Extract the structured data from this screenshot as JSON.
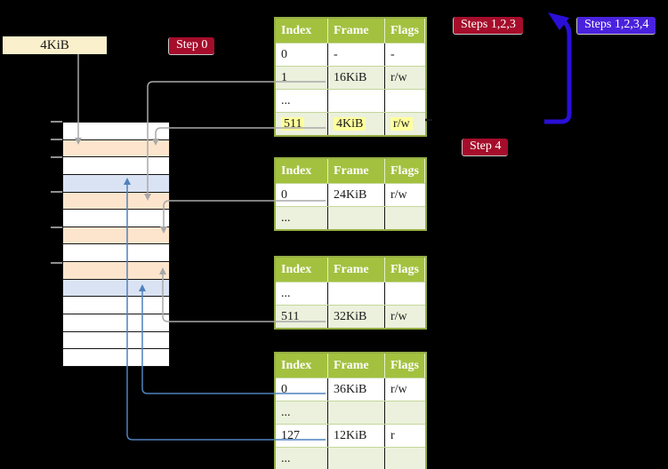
{
  "canvas": {
    "bg": "#000000"
  },
  "colors": {
    "table_header_green": "#a3c13f",
    "table_row_green": "#ebf1dc",
    "table_border_olive": "#94ae44",
    "memory_orange": "#fde5cd",
    "memory_blue": "#dae3f3",
    "badge_crimson": "#a50d2b",
    "badge_blue": "#4a22dd",
    "arrow_blue_violet": "#2a0fd8",
    "connector_gray": "#a9a9a9",
    "connector_blue": "#4f81bd",
    "highlight_yellow": "#ffff9e",
    "frame_label_cream": "#fbf0cc"
  },
  "labels": {
    "frame_size": "4KiB",
    "step0": "Step 0",
    "steps123": "Steps 1,2,3",
    "steps1234": "Steps 1,2,3,4",
    "step4": "Step 4"
  },
  "memory": {
    "rows": [
      "white",
      "orange",
      "white",
      "blue",
      "orange",
      "white",
      "orange",
      "white",
      "orange",
      "blue",
      "white",
      "white",
      "white",
      "white"
    ]
  },
  "tables": [
    {
      "name": "page-table-1",
      "headers": [
        "Index",
        "Frame",
        "Flags"
      ],
      "rows": [
        {
          "cells": [
            "0",
            "-",
            "-"
          ],
          "shaded": false,
          "highlighted": false
        },
        {
          "cells": [
            "1",
            "16KiB",
            "r/w"
          ],
          "shaded": true,
          "highlighted": false
        },
        {
          "cells": [
            "...",
            "",
            ""
          ],
          "shaded": false,
          "highlighted": false
        },
        {
          "cells": [
            "511",
            "4KiB",
            "r/w"
          ],
          "shaded": true,
          "highlighted": true
        }
      ]
    },
    {
      "name": "page-table-2",
      "headers": [
        "Index",
        "Frame",
        "Flags"
      ],
      "rows": [
        {
          "cells": [
            "0",
            "24KiB",
            "r/w"
          ],
          "shaded": false,
          "highlighted": false
        },
        {
          "cells": [
            "...",
            "",
            ""
          ],
          "shaded": true,
          "highlighted": false
        }
      ]
    },
    {
      "name": "page-table-3",
      "headers": [
        "Index",
        "Frame",
        "Flags"
      ],
      "rows": [
        {
          "cells": [
            "...",
            "",
            ""
          ],
          "shaded": false,
          "highlighted": false
        },
        {
          "cells": [
            "511",
            "32KiB",
            "r/w"
          ],
          "shaded": true,
          "highlighted": false
        }
      ]
    },
    {
      "name": "page-table-4",
      "headers": [
        "Index",
        "Frame",
        "Flags"
      ],
      "rows": [
        {
          "cells": [
            "0",
            "36KiB",
            "r/w"
          ],
          "shaded": false,
          "highlighted": false
        },
        {
          "cells": [
            "...",
            "",
            ""
          ],
          "shaded": true,
          "highlighted": false
        },
        {
          "cells": [
            "127",
            "12KiB",
            "r"
          ],
          "shaded": false,
          "highlighted": false
        },
        {
          "cells": [
            "...",
            "",
            ""
          ],
          "shaded": true,
          "highlighted": false
        }
      ]
    }
  ]
}
